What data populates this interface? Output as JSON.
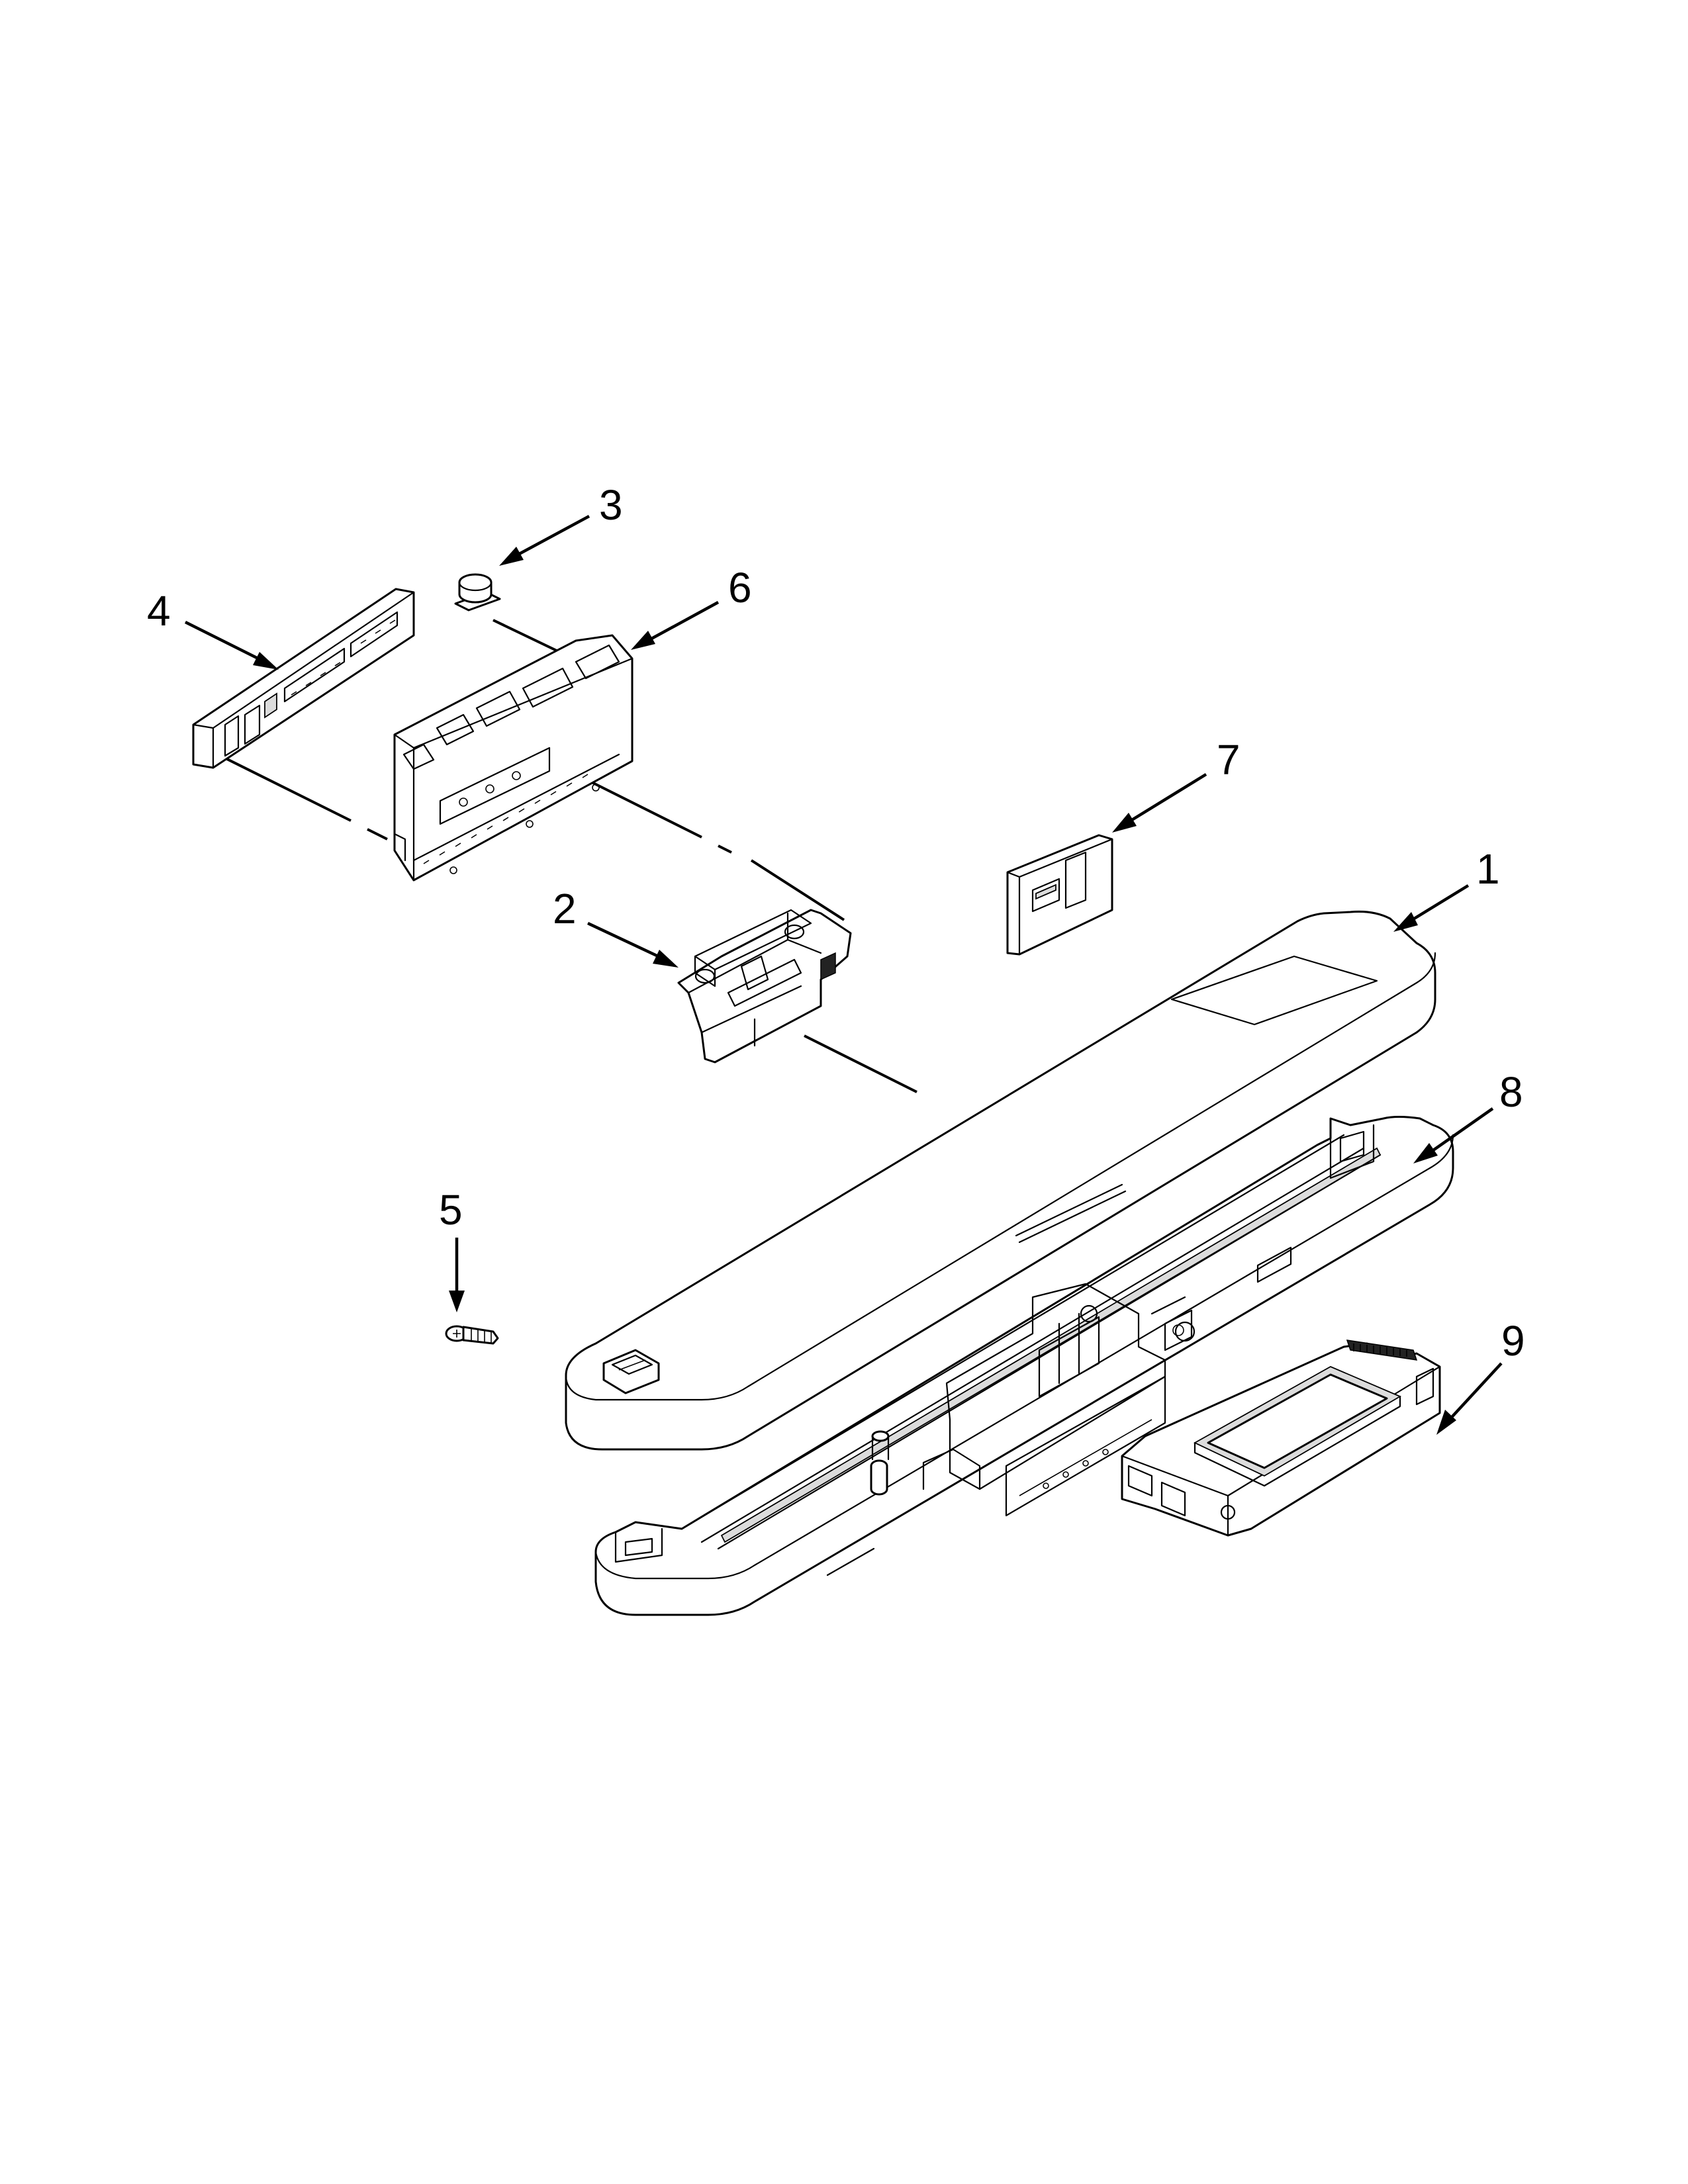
{
  "callouts": [
    {
      "id": "1",
      "label": "1"
    },
    {
      "id": "2",
      "label": "2"
    },
    {
      "id": "3",
      "label": "3"
    },
    {
      "id": "4",
      "label": "4"
    },
    {
      "id": "5",
      "label": "5"
    },
    {
      "id": "6",
      "label": "6"
    },
    {
      "id": "7",
      "label": "7"
    },
    {
      "id": "8",
      "label": "8"
    },
    {
      "id": "9",
      "label": "9"
    }
  ],
  "colors": {
    "ink": "#000000",
    "paper": "#ffffff",
    "fill_gray": "#dcdcdc"
  }
}
